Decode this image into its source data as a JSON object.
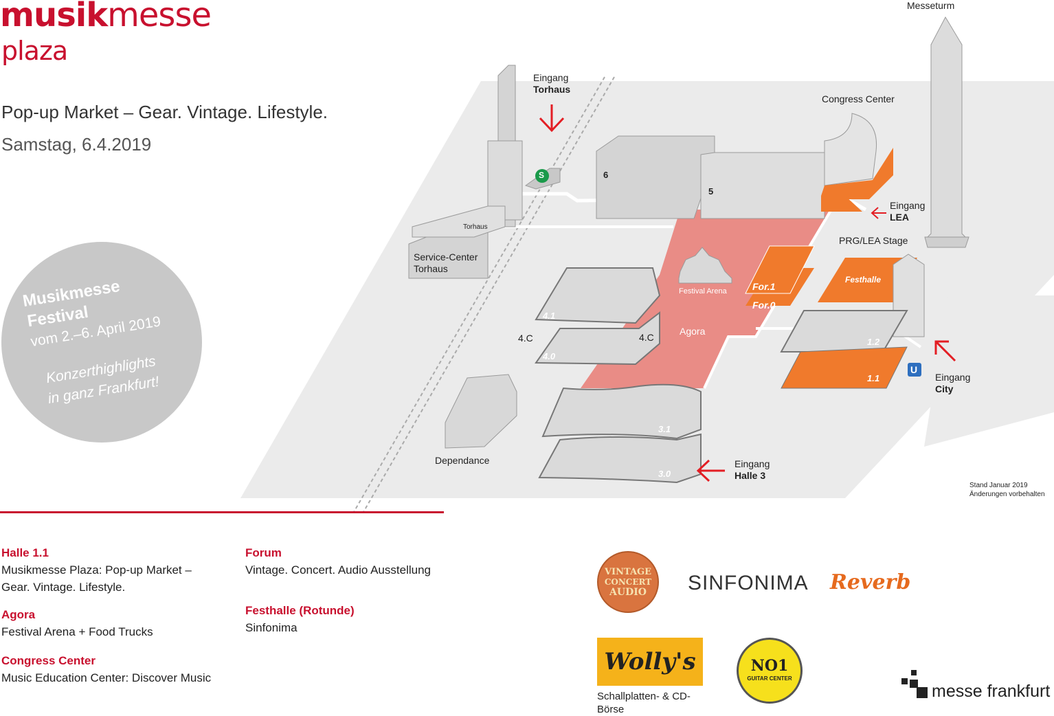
{
  "header": {
    "brand_bold": "musik",
    "brand_regular": "messe",
    "brand_sub": "plaza",
    "headline": "Pop-up Market – Gear. Vintage. Lifestyle.",
    "date": "Samstag, 6.4.2019"
  },
  "festival_badge": {
    "line1": "Musikmesse",
    "line2": "Festival",
    "line3": "vom 2.–6. April 2019",
    "line4": "Konzerthighlights",
    "line5": "in ganz Frankfurt!"
  },
  "map": {
    "messeturm": "Messeturm",
    "eingang_torhaus_1": "Eingang",
    "eingang_torhaus_2": "Torhaus",
    "congress_center": "Congress Center",
    "eingang_lea_1": "Eingang",
    "eingang_lea_2": "LEA",
    "prg_lea_stage": "PRG/LEA Stage",
    "hall_6": "6",
    "hall_5": "5",
    "torhaus": "Torhaus",
    "service_center_1": "Service-Center",
    "service_center_2": "Torhaus",
    "festival_arena": "Festival Arena",
    "agora": "Agora",
    "forum_1": "For.1",
    "forum_0": "For.0",
    "festhalle": "Festhalle",
    "hall_4_1": "4.1",
    "hall_4_0": "4.0",
    "hall_4c_left": "4.C",
    "hall_4c_right": "4.C",
    "hall_1_2": "1.2",
    "hall_1_1": "1.1",
    "s_bahn": "S",
    "u_bahn": "U",
    "eingang_city_1": "Eingang",
    "eingang_city_2": "City",
    "dependance": "Dependance",
    "hall_3_1": "3.1",
    "hall_3_0": "3.0",
    "eingang_halle3_1": "Eingang",
    "eingang_halle3_2": "Halle 3",
    "stand_1": "Stand Januar 2019",
    "stand_2": "Änderungen vorbehalten"
  },
  "legend": {
    "col1": [
      {
        "heading": "Halle 1.1",
        "text": "Musikmesse Plaza: Pop-up Market – Gear. Vintage. Lifestyle."
      },
      {
        "heading": "Agora",
        "text": "Festival Arena + Food Trucks"
      },
      {
        "heading": "Congress Center",
        "text": "Music Education Center: Discover Music"
      }
    ],
    "col2": [
      {
        "heading": "Forum",
        "text": "Vintage. Concert. Audio Ausstellung"
      },
      {
        "heading": "Festhalle (Rotunde)",
        "text": "Sinfonima"
      }
    ]
  },
  "sponsors": {
    "vintage_1": "VINTAGE",
    "vintage_2": "CONCERT",
    "vintage_3": "AUDIO",
    "sinfonima": "SINFONIMA",
    "reverb": "Reverb",
    "wollys": "Wolly's",
    "wollys_caption": "Schallplatten- & CD-Börse",
    "no1_a": "NO1",
    "no1_b": "GUITAR CENTER",
    "messe_frankfurt": "messe frankfurt"
  },
  "colors": {
    "brand_red": "#c8102e",
    "hall_orange": "#f07a2c",
    "agora_pink": "#e98c86",
    "ground_grey": "#ebebeb",
    "building_grey": "#d4d4d4",
    "badge_grey": "#c8c8c8"
  }
}
